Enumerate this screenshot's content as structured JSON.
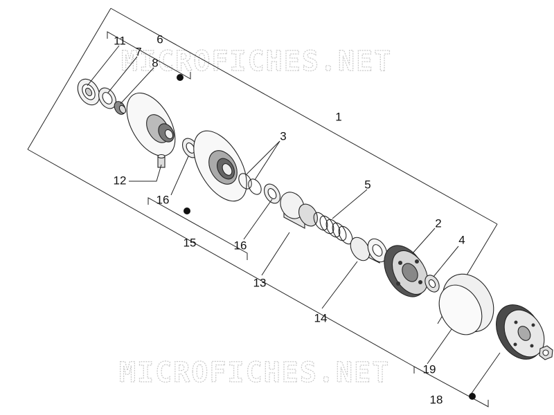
{
  "watermark": {
    "text": "MICROFICHES.NET"
  },
  "callouts": [
    "1",
    "2",
    "3",
    "4",
    "5",
    "6",
    "7",
    "8",
    "11",
    "12",
    "13",
    "14",
    "15",
    "16",
    "16",
    "18",
    "19"
  ]
}
